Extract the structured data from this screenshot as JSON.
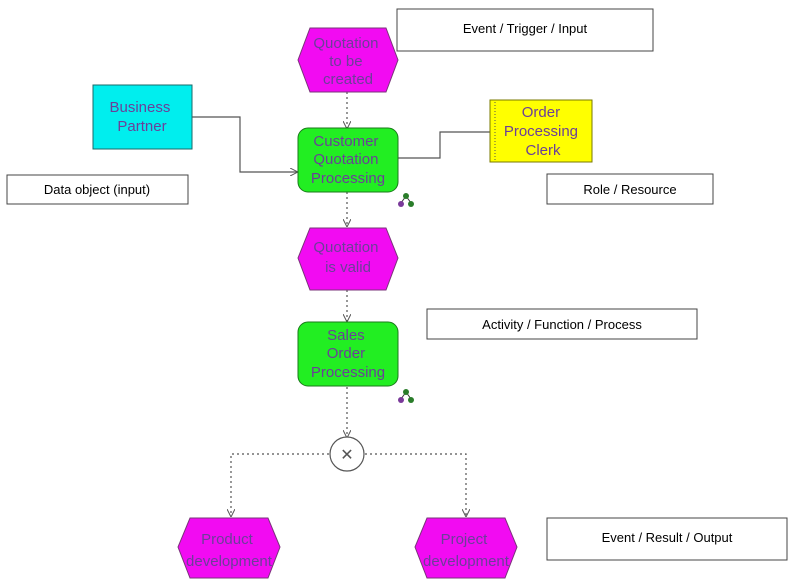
{
  "diagram": {
    "colors": {
      "event": "#f20bf2",
      "function": "#22ee22",
      "data_object": "#00eeee",
      "role": "#ffff00",
      "node_text": "#6b3f99",
      "connector": "#555555",
      "legend_border": "#444444",
      "role_icon": "#2a7d2a"
    },
    "events": {
      "quotation_to_be_created": [
        "Quotation",
        "to be",
        "created"
      ],
      "quotation_is_valid": [
        "Quotation",
        "is valid"
      ],
      "product_development": [
        "Product",
        "development"
      ],
      "project_development": [
        "Project",
        "development"
      ]
    },
    "functions": {
      "customer_quotation_processing": [
        "Customer",
        "Quotation",
        "Processing"
      ],
      "sales_order_processing": [
        "Sales",
        "Order",
        "Processing"
      ]
    },
    "data_object": {
      "business_partner": [
        "Business",
        "Partner"
      ]
    },
    "role": {
      "order_processing_clerk": [
        "Order",
        "Processing",
        "Clerk"
      ]
    },
    "operator": {
      "xor_symbol": "✕"
    },
    "legend": {
      "event_trigger_input": "Event / Trigger / Input",
      "data_object_input": "Data object (input)",
      "role_resource": "Role / Resource",
      "activity_function_process": "Activity / Function / Process",
      "event_result_output": "Event / Result / Output"
    },
    "icons": {
      "role_marker": "org-unit-icon"
    }
  }
}
